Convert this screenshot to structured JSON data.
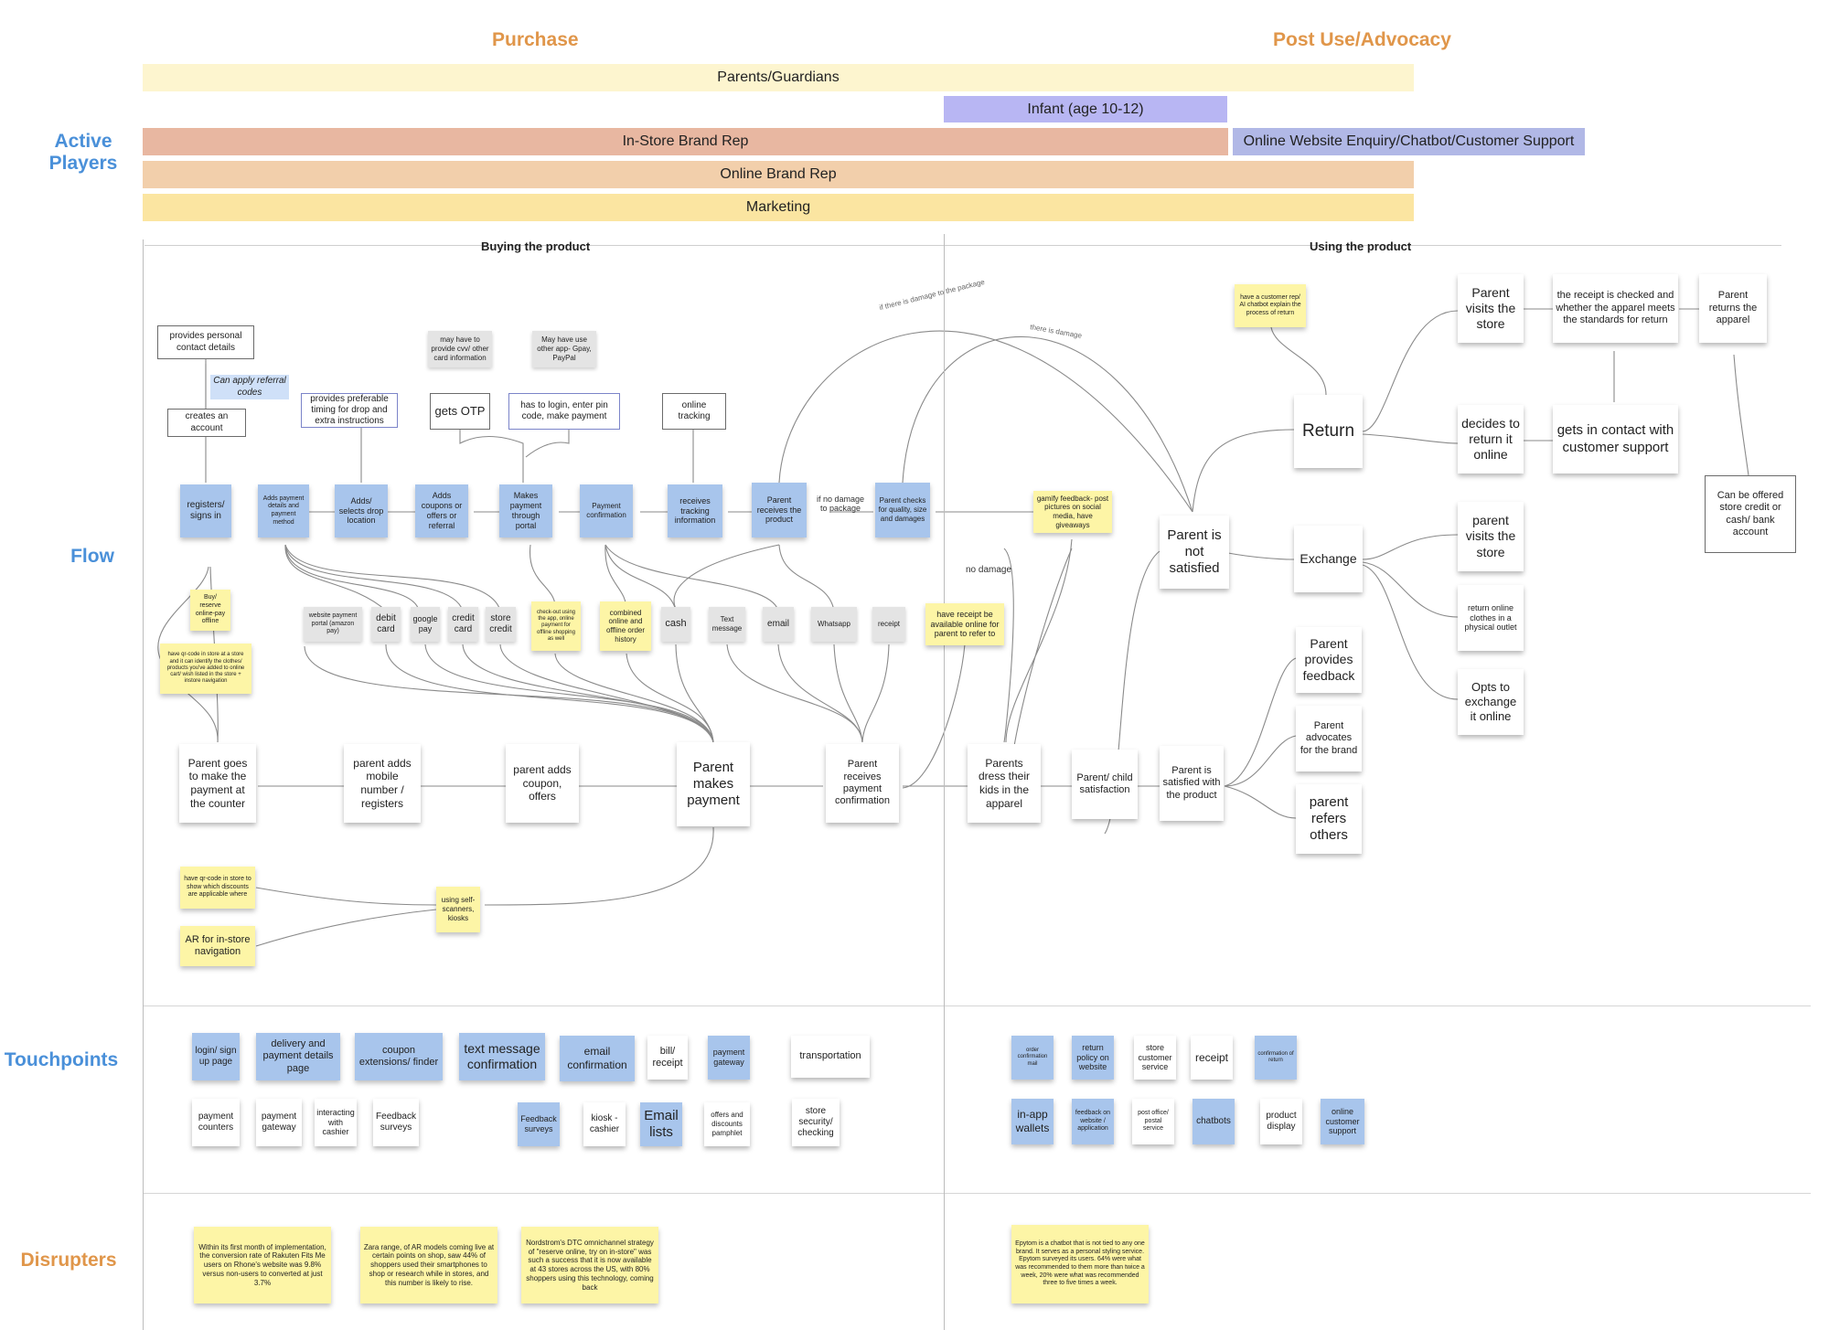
{
  "phases": {
    "purchase": "Purchase",
    "post_use": "Post Use/Advocacy"
  },
  "row_labels": {
    "active_players": "Active Players",
    "flow": "Flow",
    "touchpoints": "Touchpoints",
    "disrupters": "Disrupters"
  },
  "players": {
    "parents": "Parents/Guardians",
    "infant": "Infant (age 10-12)",
    "instore_rep": "In-Store Brand Rep",
    "online_support": "Online Website Enquiry/Chatbot/Customer Support",
    "online_rep": "Online Brand Rep",
    "marketing": "Marketing"
  },
  "sections": {
    "buying": "Buying the product",
    "using": "Using the product"
  },
  "colors": {
    "phase": "#e0964a",
    "row_label_blue": "#4a90d9",
    "row_label_orange": "#e0964a",
    "sticky_blue": "#a8c5ec",
    "sticky_yellow": "#fdf5a6",
    "bar_parents": "#fdf5cf",
    "bar_infant": "#b8b6f3",
    "bar_instore": "#e8b7a1",
    "bar_online_support": "#b1b8e6",
    "bar_online_rep": "#f2cfab",
    "bar_marketing": "#fbe5a1"
  },
  "flow": {
    "provides_contact": "provides personal contact details",
    "referral_codes": "Can apply referral codes",
    "creates_account": "creates an account",
    "drop_timing": "provides preferable timing for drop and extra instructions",
    "cvv_info": "may have to provide cvv/ other card information",
    "gets_otp": "gets OTP",
    "other_apps": "May have use other app- Gpay, PayPal",
    "login_pin": "has to login, enter pin code, make payment",
    "online_tracking": "online tracking",
    "registers": "registers/ signs in",
    "adds_payment": "Adds payment details and payment method",
    "selects_drop": "Adds/ selects drop location",
    "adds_coupons": "Adds coupons or offers or referral",
    "makes_payment_portal": "Makes payment through portal",
    "payment_confirmation": "Payment confirmation",
    "receives_tracking": "receives tracking information",
    "receives_product": "Parent receives the product",
    "no_damage_package": "if no damage to package",
    "checks_quality": "Parent checks for quality, size and damages",
    "damage_package": "if there is damage to the package",
    "there_is_damage": "there is damage",
    "no_damage": "no damage",
    "gamify": "gamify feedback- post pictures on social media, have giveaways",
    "buy_reserve": "Buy/ reserve online-pay offline",
    "qr_code_store": "have qr-code in store at a store and it can identify the clothes/ products you've added to online cart/ wish listed in the store + instore navigation",
    "website_portal": "website payment portal (amazon pay)",
    "debit_card": "debit card",
    "google_pay": "google pay",
    "credit_card": "credit card",
    "store_credit": "store credit",
    "checkout_app": "check-out using the app, online payment for offline shopping as well",
    "combined_history": "combined online and offline order history",
    "cash": "cash",
    "text_message": "Text message",
    "email": "email",
    "whatsapp": "Whatsapp",
    "receipt": "receipt",
    "receipt_online": "have receipt be available online for parent to refer to",
    "goes_to_pay": "Parent goes to make the payment at the counter",
    "adds_mobile": "parent adds mobile number / registers",
    "adds_coupon": "parent adds coupon, offers",
    "parent_makes_payment": "Parent makes payment",
    "receives_confirmation": "Parent receives payment confirmation",
    "qr_discounts": "have qr-code in store to show which discounts are applicable where",
    "self_scanners": "using self-scanners, kiosks",
    "ar_navigation": "AR for in-store navigation",
    "dress_kids": "Parents dress their kids in the apparel",
    "child_satisfaction": "Parent/ child satisfaction",
    "not_satisfied": "Parent is not satisfied",
    "satisfied": "Parent is satisfied with the product",
    "chatbot_return": "have a customer rep/ AI chatbot explain the process of return",
    "return": "Return",
    "exchange": "Exchange",
    "visits_store_return": "Parent visits the store",
    "receipt_checked": "the receipt is checked and whether the apparel meets the standards for return",
    "returns_apparel": "Parent returns the apparel",
    "return_online": "decides to return it online",
    "contact_support": "gets in contact with customer support",
    "store_credit_offer": "Can be offered store credit or cash/ bank account",
    "visits_store_exchange": "parent visits the store",
    "return_physical": "return online clothes in a physical outlet",
    "exchange_online": "Opts to exchange it online",
    "provides_feedback": "Parent provides feedback",
    "advocates": "Parent advocates for the brand",
    "refers_others": "parent refers others"
  },
  "touchpoints": {
    "login_page": "login/ sign up page",
    "delivery_page": "delivery and payment details page",
    "coupon_ext": "coupon extensions/ finder",
    "text_confirm": "text message confirmation",
    "email_confirm": "email confirmation",
    "bill_receipt": "bill/ receipt",
    "payment_gateway_1": "payment gateway",
    "transportation": "transportation",
    "payment_counters": "payment counters",
    "payment_gateway_2": "payment gateway",
    "interacting_cashier": "interacting with cashier",
    "feedback_surveys_1": "Feedback surveys",
    "feedback_surveys_2": "Feedback surveys",
    "kiosk_cashier": "kiosk - cashier",
    "email_lists": "Email lists",
    "offers_pamphlet": "offers and discounts pamphlet",
    "store_security": "store security/ checking",
    "order_mail": "order confirmation mail",
    "return_policy": "return policy on website",
    "store_service": "store customer service",
    "receipt": "receipt",
    "confirm_return": "confirmation of return",
    "inapp_wallets": "in-app wallets",
    "feedback_website": "feedback on website / application",
    "post_office": "post office/ postal service",
    "chatbots": "chatbots",
    "product_display": "product display",
    "online_support": "online customer support"
  },
  "disrupters": {
    "rakuten": "Within its first month of implementation, the conversion rate of Rakuten Fits Me users on Rhone's website was 9.8% versus non-users to converted at just 3.7%",
    "zara": "Zara range,  of AR models coming live at certain points on shop, saw 44% of shoppers used their smartphones to shop or research while in stores, and this number is likely to rise.",
    "nordstrom": "Nordstrom's DTC omnichannel strategy of \"reserve online, try on in-store\" was such a success that it is now available at 43 stores across the US, with 80% shoppers using this technology, coming back",
    "epytom": "Epytom is a chatbot that is not tied to any one brand. It serves as a personal styling service. Epytom surveyed its users. 64% were what was recommended to them more than twice a week, 20% were what was recommended three to five times a week."
  }
}
